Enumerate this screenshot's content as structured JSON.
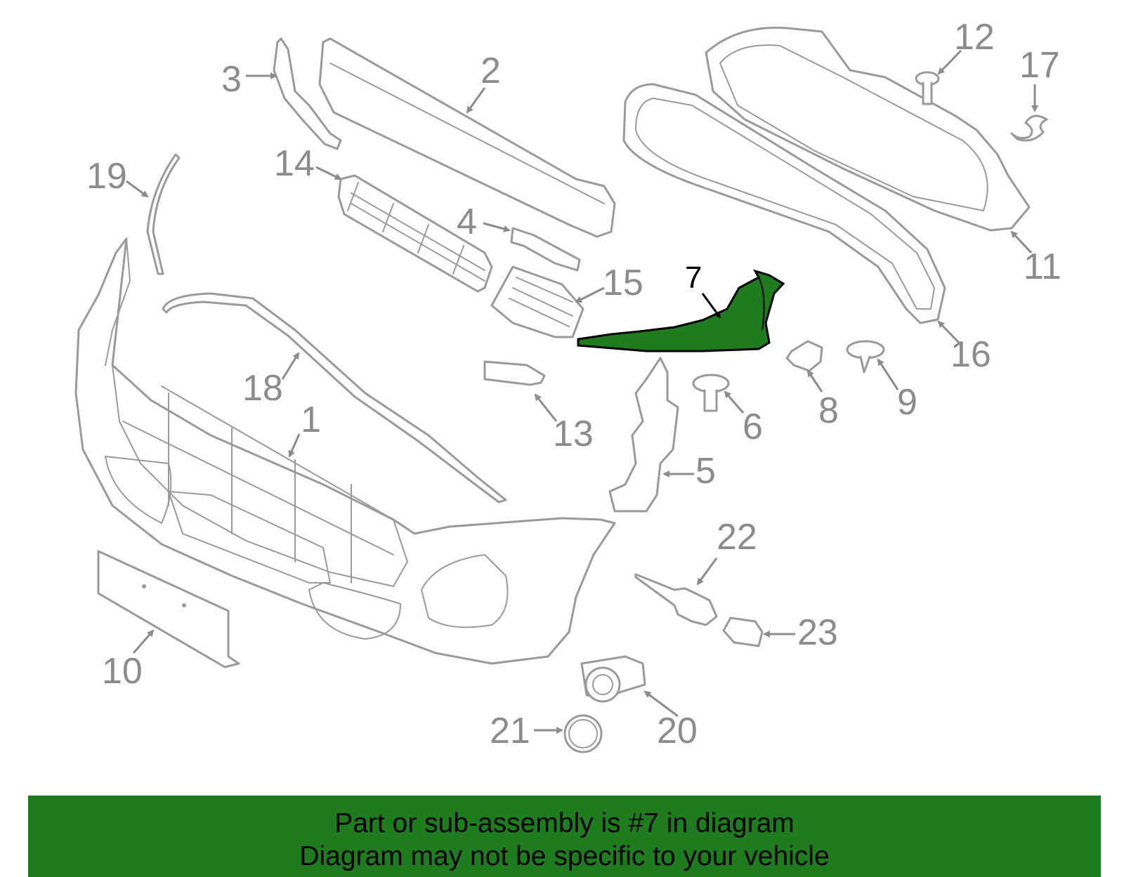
{
  "diagram": {
    "highlight_color": "#1e7b1e",
    "line_color": "#9a9a9a",
    "callouts": {
      "c1": "1",
      "c2": "2",
      "c3": "3",
      "c4": "4",
      "c5": "5",
      "c6": "6",
      "c7": "7",
      "c8": "8",
      "c9": "9",
      "c10": "10",
      "c11": "11",
      "c12": "12",
      "c13": "13",
      "c14": "14",
      "c15": "15",
      "c16": "16",
      "c17": "17",
      "c18": "18",
      "c19": "19",
      "c20": "20",
      "c21": "21",
      "c22": "22",
      "c23": "23"
    },
    "highlighted_part": "7"
  },
  "banner": {
    "line1": "Part or sub-assembly is #7 in diagram",
    "line2": "Diagram may not be specific to your vehicle",
    "background": "#1e7b1e"
  }
}
